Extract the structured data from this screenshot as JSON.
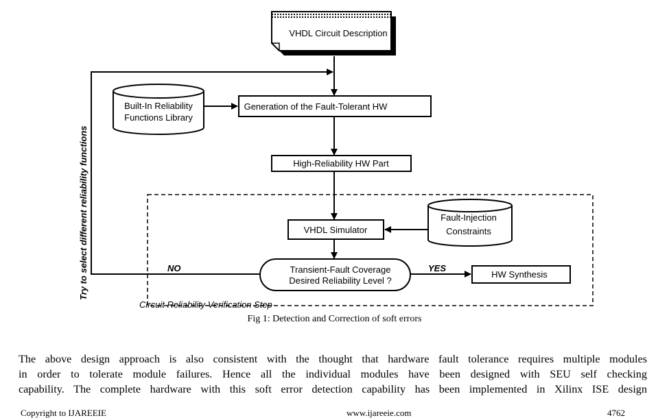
{
  "diagram": {
    "vhdl_description": "VHDL Circuit Description",
    "library_line1": "Built-In Reliability",
    "library_line2": "Functions Library",
    "generation": "Generation of the Fault-Tolerant HW",
    "high_reliability": "High-Reliability HW Part",
    "simulator": "VHDL Simulator",
    "constraints_line1": "Fault-Injection",
    "constraints_line2": "Constraints",
    "decision_line1": "Transient-Fault Coverage",
    "decision_line2": "Desired Reliability Level ?",
    "no_label": "NO",
    "yes_label": "YES",
    "synthesis": "HW Synthesis",
    "verification_step": "Circuit Reliability Verification Step",
    "loop_label": "Try to select different reliability functions"
  },
  "caption": "Fig 1: Detection and Correction of soft errors",
  "paragraph": [
    "The above design approach is also consistent with the thought that hardware fault tolerance requires multiple modules",
    "in order to tolerate module failures. Hence all the individual modules have been designed with SEU self checking",
    "capability. The complete hardware with this soft error detection capability has been implemented in Xilinx ISE design"
  ],
  "footer": {
    "left": "Copyright to IJAREEIE",
    "middle": "www.ijareeie.com",
    "right": "4762"
  }
}
